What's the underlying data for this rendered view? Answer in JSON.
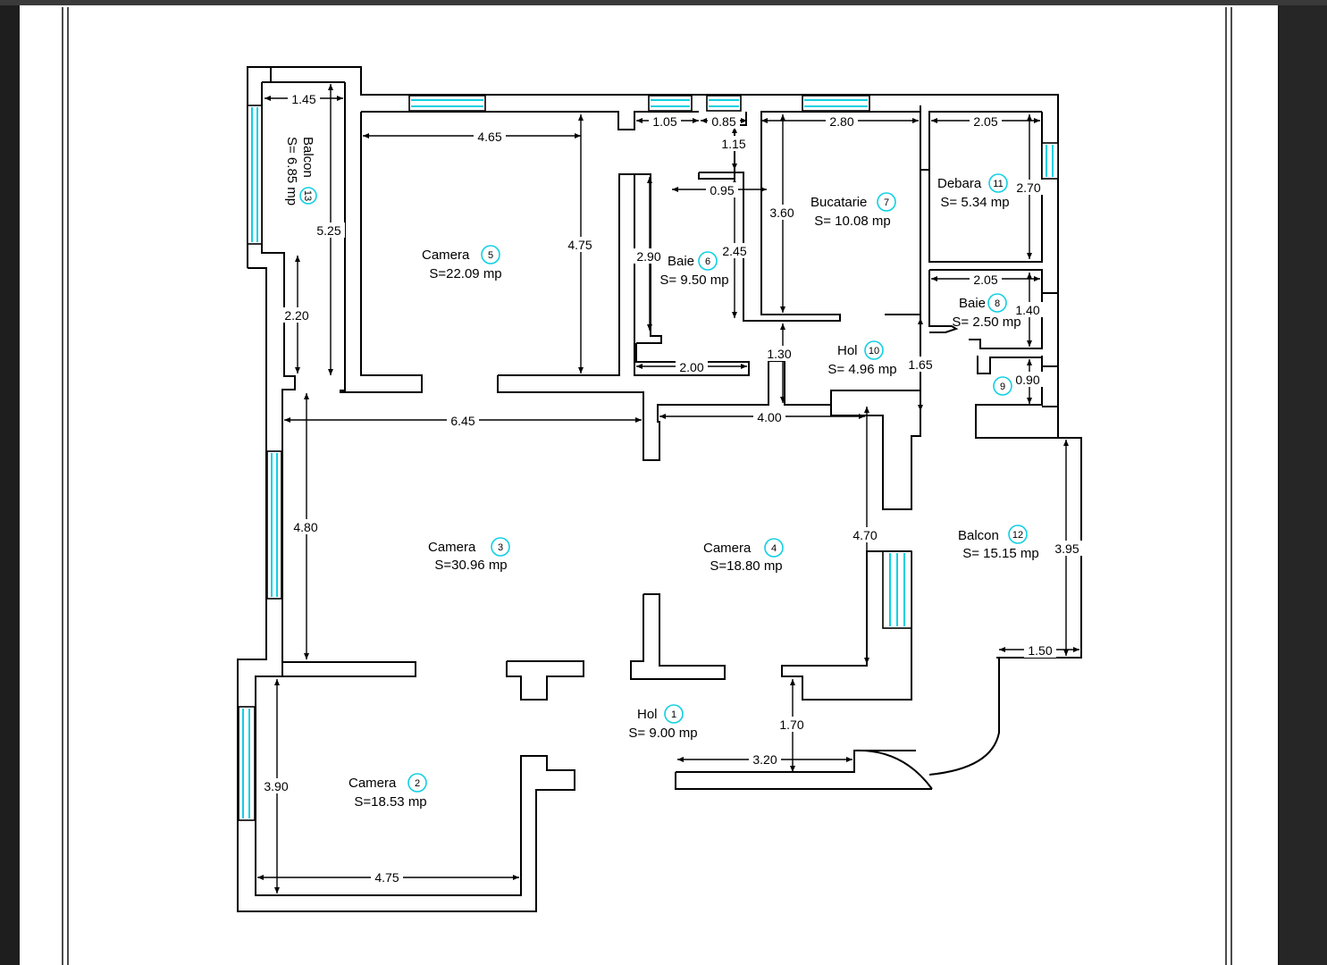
{
  "rooms": [
    {
      "name": "Camera",
      "num": "2",
      "area": "S=18.53 mp"
    },
    {
      "name": "Camera",
      "num": "3",
      "area": "S=30.96 mp"
    },
    {
      "name": "Camera",
      "num": "4",
      "area": "S=18.80 mp"
    },
    {
      "name": "Camera",
      "num": "5",
      "area": "S=22.09 mp"
    },
    {
      "name": "Baie",
      "num": "6",
      "area": "S= 9.50 mp"
    },
    {
      "name": "Bucatarie",
      "num": "7",
      "area": "S= 10.08 mp"
    },
    {
      "name": "Debara",
      "num": "11",
      "area": "S= 5.34 mp"
    },
    {
      "name": "Baie",
      "num": "8",
      "area": "S= 2.50 mp"
    },
    {
      "name": "Hol",
      "num": "10",
      "area": "S= 4.96 mp"
    },
    {
      "name": "Hol",
      "num": "1",
      "area": "S= 9.00 mp"
    },
    {
      "name": "Balcon",
      "num": "12",
      "area": "S= 15.15 mp"
    },
    {
      "name": "Balcon",
      "num": "13",
      "area": "S= 6.85 mp"
    },
    {
      "name": "",
      "num": "9",
      "area": ""
    }
  ],
  "dimensions": [
    "1.45",
    "5.25",
    "2.20",
    "4.65",
    "4.75",
    "1.05",
    "0.85",
    "1.15",
    "0.95",
    "2.90",
    "2.45",
    "2.80",
    "3.60",
    "2.05",
    "2.70",
    "2.05",
    "1.40",
    "1.30",
    "2.00",
    "1.65",
    "0.90",
    "6.45",
    "4.00",
    "4.80",
    "4.70",
    "3.95",
    "1.50",
    "1.70",
    "3.20",
    "3.90",
    "4.75"
  ],
  "colors": {
    "window": "#11d0e2",
    "wall": "#000000",
    "background": "#ffffff",
    "chrome": "#1e1e1e"
  }
}
